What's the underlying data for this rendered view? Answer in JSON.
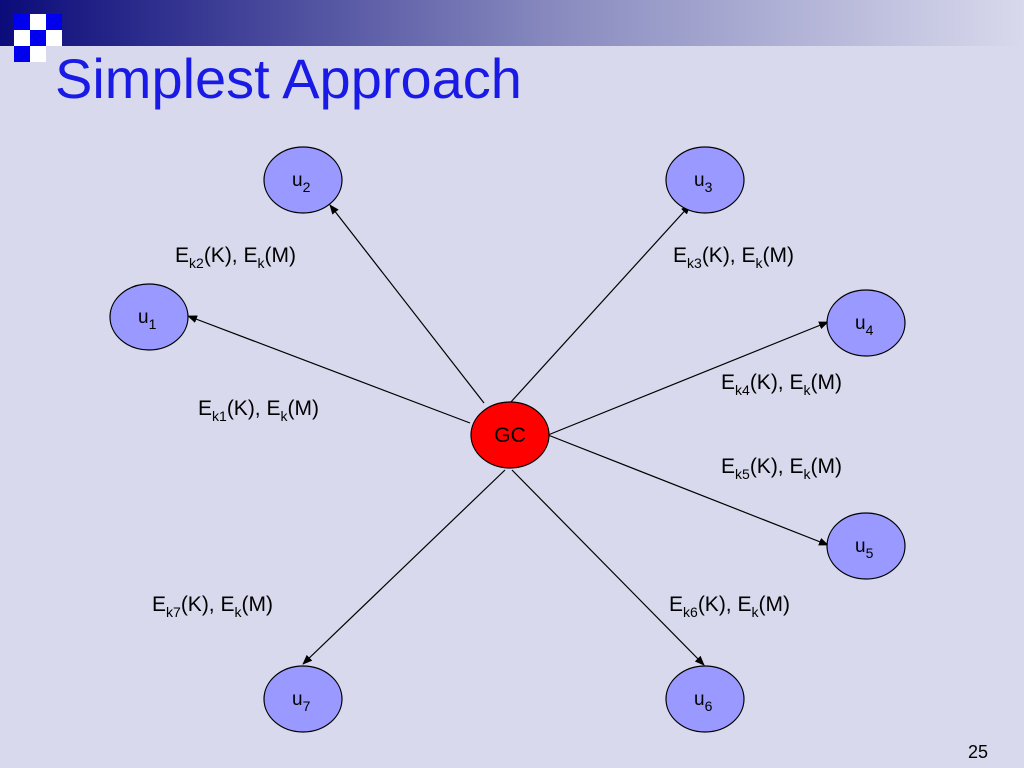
{
  "slide": {
    "title": "Simplest Approach",
    "page_number": "25"
  },
  "center": {
    "label": "GC"
  },
  "nodes": [
    {
      "base": "u",
      "sub": "1"
    },
    {
      "base": "u",
      "sub": "2"
    },
    {
      "base": "u",
      "sub": "3"
    },
    {
      "base": "u",
      "sub": "4"
    },
    {
      "base": "u",
      "sub": "5"
    },
    {
      "base": "u",
      "sub": "6"
    },
    {
      "base": "u",
      "sub": "7"
    }
  ],
  "edges": [
    {
      "from": "GC",
      "to": "u1",
      "key_sub": "k1"
    },
    {
      "from": "GC",
      "to": "u2",
      "key_sub": "k2"
    },
    {
      "from": "GC",
      "to": "u3",
      "key_sub": "k3"
    },
    {
      "from": "GC",
      "to": "u4",
      "key_sub": "k4"
    },
    {
      "from": "GC",
      "to": "u5",
      "key_sub": "k5"
    },
    {
      "from": "GC",
      "to": "u6",
      "key_sub": "k6"
    },
    {
      "from": "GC",
      "to": "u7",
      "key_sub": "k7"
    }
  ],
  "label_text": {
    "E": "E",
    "K_part": "(K), E",
    "k_sub": "k",
    "M_part": "(M)"
  },
  "colors": {
    "background": "#d8d9ec",
    "title": "#1a1ae6",
    "node_fill": "#9999ff",
    "gc_fill": "#ff0000",
    "edge": "#000000"
  }
}
